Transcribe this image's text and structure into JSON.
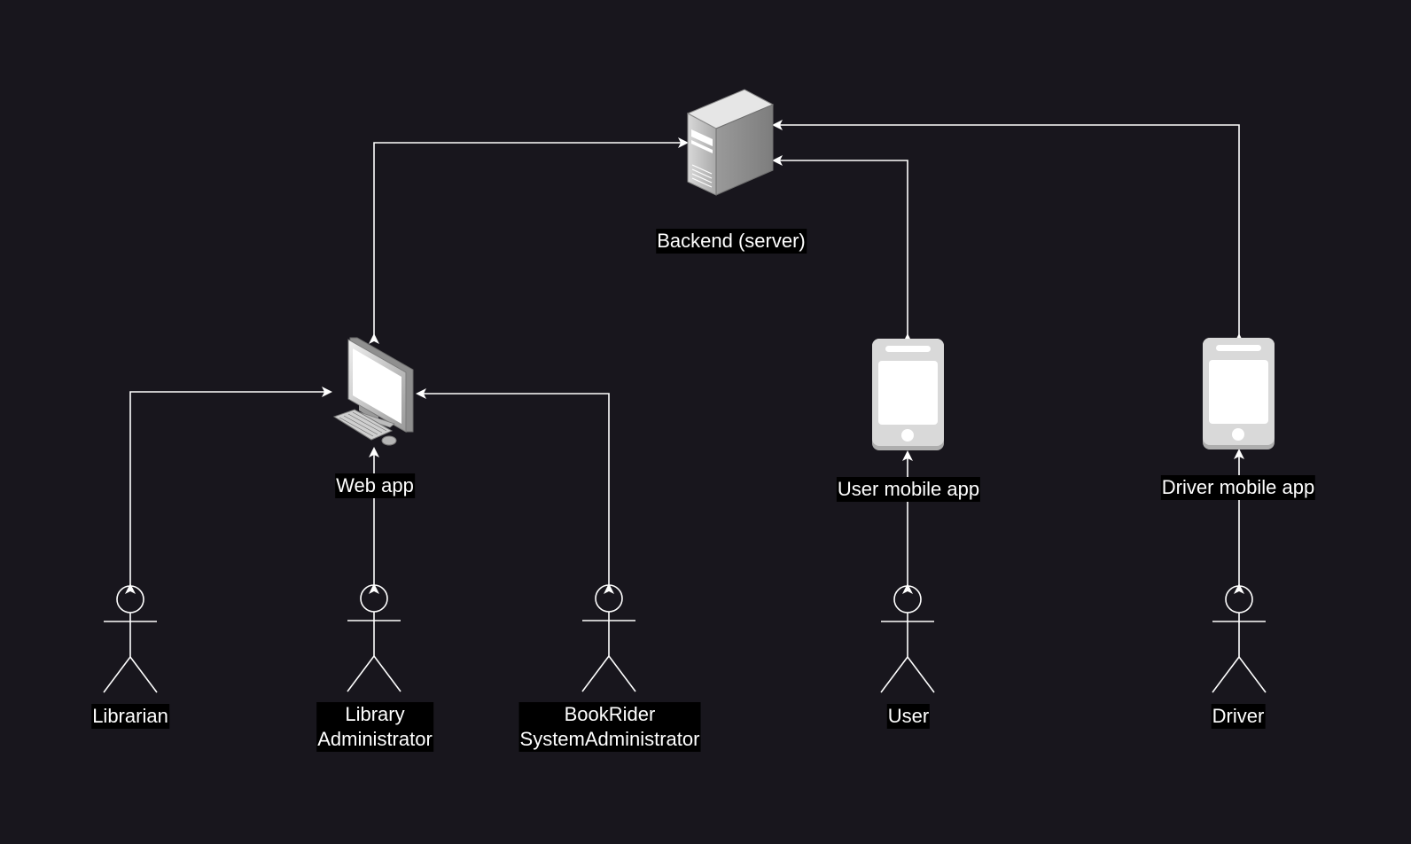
{
  "diagram": {
    "background": "#18161d",
    "line_color": "#ffffff",
    "nodes": {
      "server": {
        "label": "Backend (server)",
        "icon": "server-icon"
      },
      "web_app": {
        "label": "Web app",
        "icon": "desktop-computer-icon"
      },
      "user_app": {
        "label": "User mobile app",
        "icon": "mobile-phone-icon"
      },
      "driver_app": {
        "label": "Driver mobile app",
        "icon": "mobile-phone-icon"
      }
    },
    "actors": {
      "librarian": {
        "label": "Librarian"
      },
      "library_admin": {
        "line1": "Library",
        "line2": "Administrator"
      },
      "system_admin": {
        "line1": "BookRider",
        "line2": "SystemAdministrator"
      },
      "user": {
        "label": "User"
      },
      "driver": {
        "label": "Driver"
      }
    },
    "connections": [
      {
        "from": "web_app",
        "to": "server",
        "bidirectional": true
      },
      {
        "from": "user_app",
        "to": "server",
        "bidirectional": true
      },
      {
        "from": "driver_app",
        "to": "server",
        "bidirectional": true
      },
      {
        "from": "librarian",
        "to": "web_app",
        "bidirectional": true
      },
      {
        "from": "library_admin",
        "to": "web_app",
        "bidirectional": true
      },
      {
        "from": "system_admin",
        "to": "web_app",
        "bidirectional": true
      },
      {
        "from": "user",
        "to": "user_app",
        "bidirectional": true
      },
      {
        "from": "driver",
        "to": "driver_app",
        "bidirectional": true
      }
    ]
  }
}
